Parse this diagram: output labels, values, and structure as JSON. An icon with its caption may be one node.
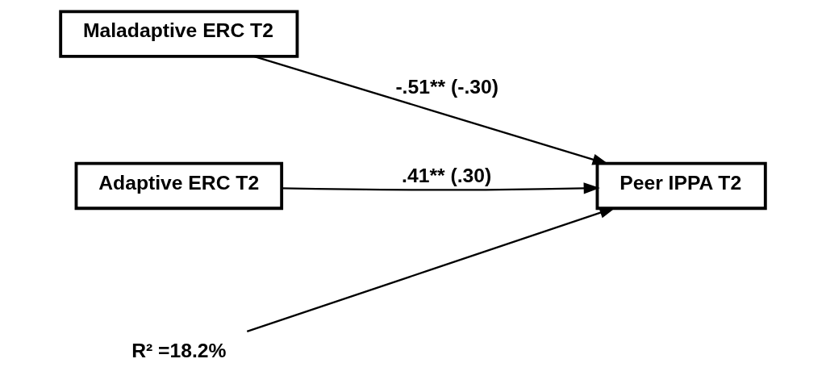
{
  "diagram": {
    "nodes": [
      {
        "text": [
          "Maladaptive ERC T2"
        ]
      },
      {
        "text": [
          "Peer IPPA T2"
        ]
      },
      {
        "text": [
          "Adaptive ERC T2"
        ]
      },
      {
        "text": [
          "R² =18.2%"
        ]
      }
    ],
    "edges": [
      {
        "from": 0,
        "to": 1,
        "arrow": "to",
        "label": "-.51** (-.30)"
      },
      {
        "from": 2,
        "to": 1,
        "arrow": "to",
        "label": ".41** (.30)"
      },
      {
        "from": 3,
        "to": 1,
        "arrow": "to"
      }
    ]
  }
}
